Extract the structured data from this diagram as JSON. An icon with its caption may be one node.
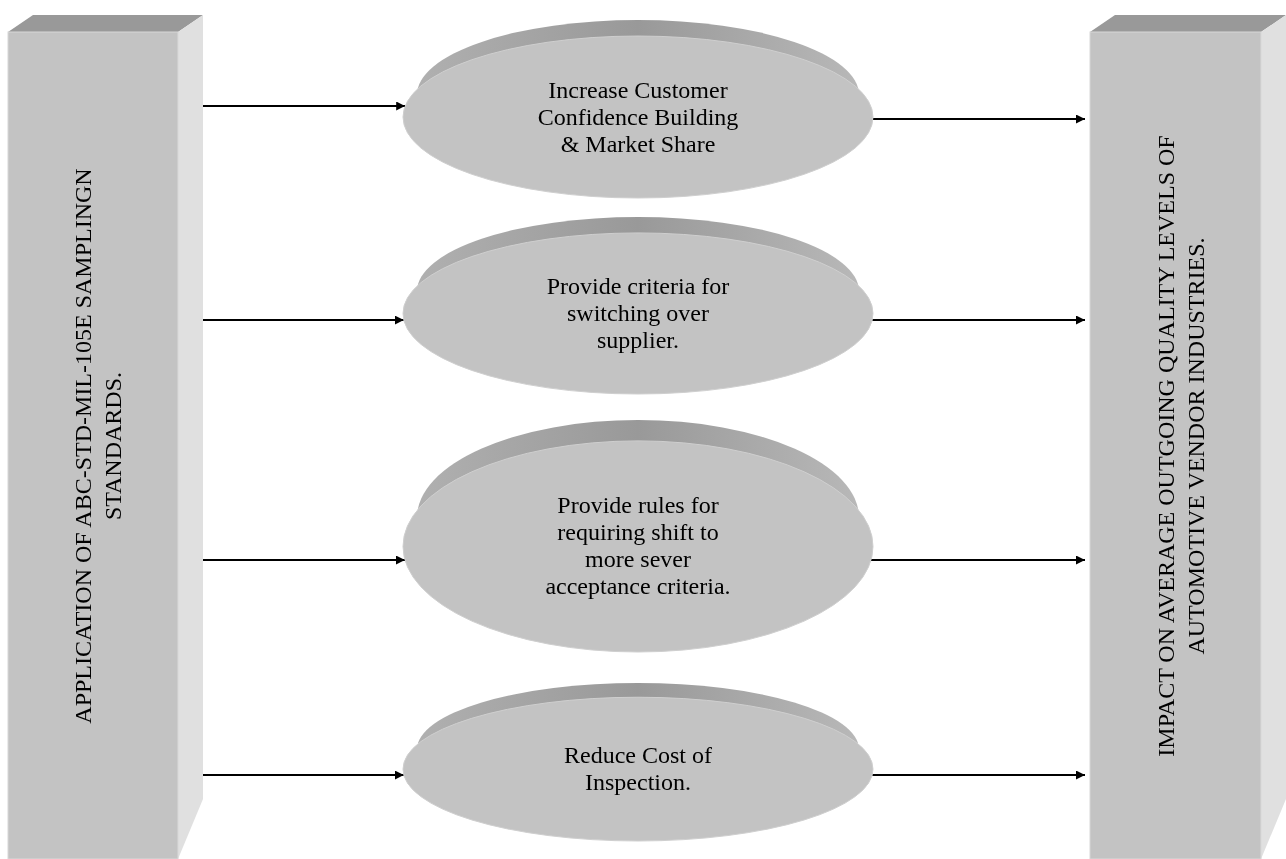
{
  "diagram": {
    "nodes": [
      {
        "text": [
          "APPLICATION OF ABC-STD-MIL-105E SAMPLINGN STANDARDS."
        ]
      },
      {
        "text": [
          "Increase Customer Confidence Building & Market Share"
        ]
      },
      {
        "text": [
          "Provide criteria for switching over supplier."
        ]
      },
      {
        "text": [
          "Provide rules for requiring shift to more sever acceptance criteria."
        ]
      },
      {
        "text": [
          "Reduce Cost of Inspection."
        ]
      },
      {
        "text": [
          "IMPACT ON AVERAGE OUTGOING QUALITY LEVELS OF AUTOMOTIVE VENDOR INDUSTRIES."
        ]
      }
    ],
    "edges": [
      {
        "from": 0,
        "to": 1,
        "arrow": "to"
      },
      {
        "from": 0,
        "to": 2,
        "arrow": "to"
      },
      {
        "from": 0,
        "to": 3,
        "arrow": "to"
      },
      {
        "from": 0,
        "to": 4,
        "arrow": "to"
      },
      {
        "from": 1,
        "to": 5,
        "arrow": "to"
      },
      {
        "from": 2,
        "to": 5,
        "arrow": "to"
      },
      {
        "from": 3,
        "to": 5,
        "arrow": "to"
      },
      {
        "from": 4,
        "to": 5,
        "arrow": "to"
      }
    ]
  }
}
